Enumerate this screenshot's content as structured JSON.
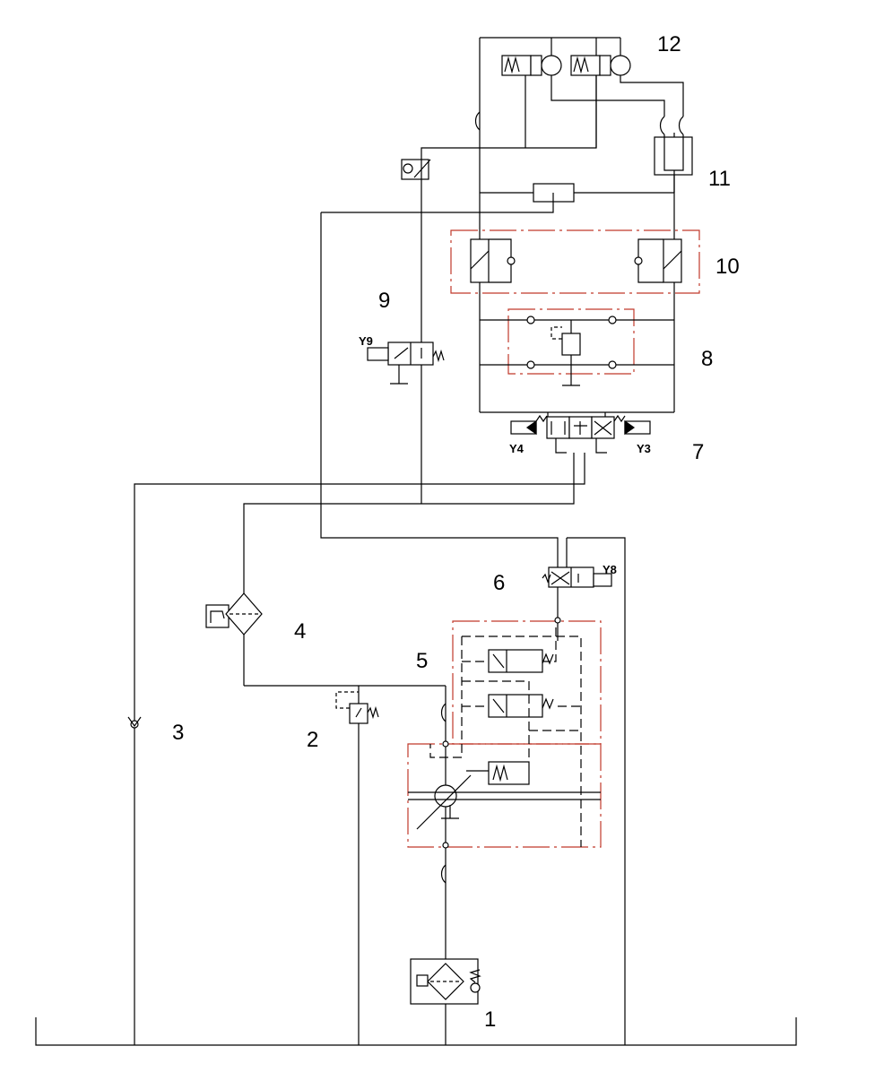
{
  "labels": {
    "c1": "1",
    "c2": "2",
    "c3": "3",
    "c4": "4",
    "c5": "5",
    "c6": "6",
    "c7": "7",
    "c8": "8",
    "c9": "9",
    "c10": "10",
    "c11": "11",
    "c12": "12"
  },
  "solenoids": {
    "y9": "Y9",
    "y4": "Y4",
    "y3": "Y3",
    "y8": "Y8"
  },
  "colors": {
    "line": "#000000",
    "group_border": "#c0392b"
  }
}
